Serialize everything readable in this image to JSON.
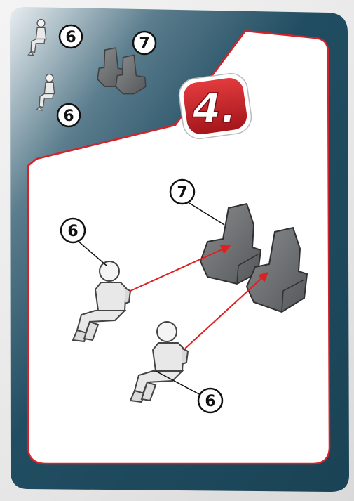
{
  "step": {
    "number_label": "4.",
    "badge_color": "#c8252a"
  },
  "parts_legend": [
    {
      "id": "pilot-figure-1",
      "part_number": "6"
    },
    {
      "id": "pilot-figure-2",
      "part_number": "6"
    },
    {
      "id": "ejection-seats",
      "part_number": "7"
    }
  ],
  "assembly": {
    "callouts": [
      {
        "target": "seats",
        "label": "7"
      },
      {
        "target": "pilot-left",
        "label": "6"
      },
      {
        "target": "pilot-right",
        "label": "6"
      }
    ]
  },
  "colors": {
    "card_bg": "#1f4d61",
    "panel_bg": "#ffffff",
    "accent_red": "#e02020",
    "part_gray": "#6d6f71"
  }
}
